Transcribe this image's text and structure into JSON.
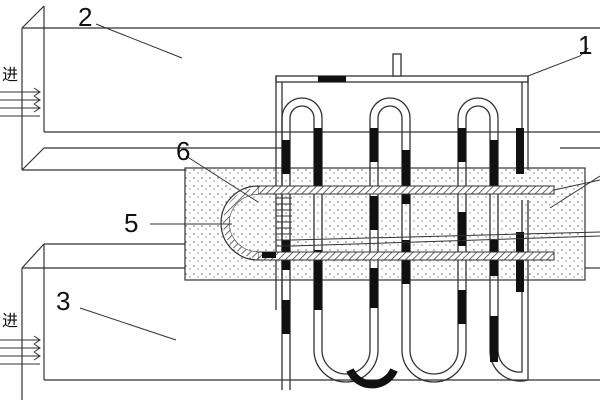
{
  "labels": {
    "part1": "1",
    "part2": "2",
    "part3": "3",
    "part5": "5",
    "part6": "6",
    "inlet_top": "进",
    "inlet_bottom": "进"
  },
  "colors": {
    "line": "#333333",
    "pipe_fill": "#111111",
    "stipple": "#cfcfcf",
    "hatch": "#555555"
  }
}
